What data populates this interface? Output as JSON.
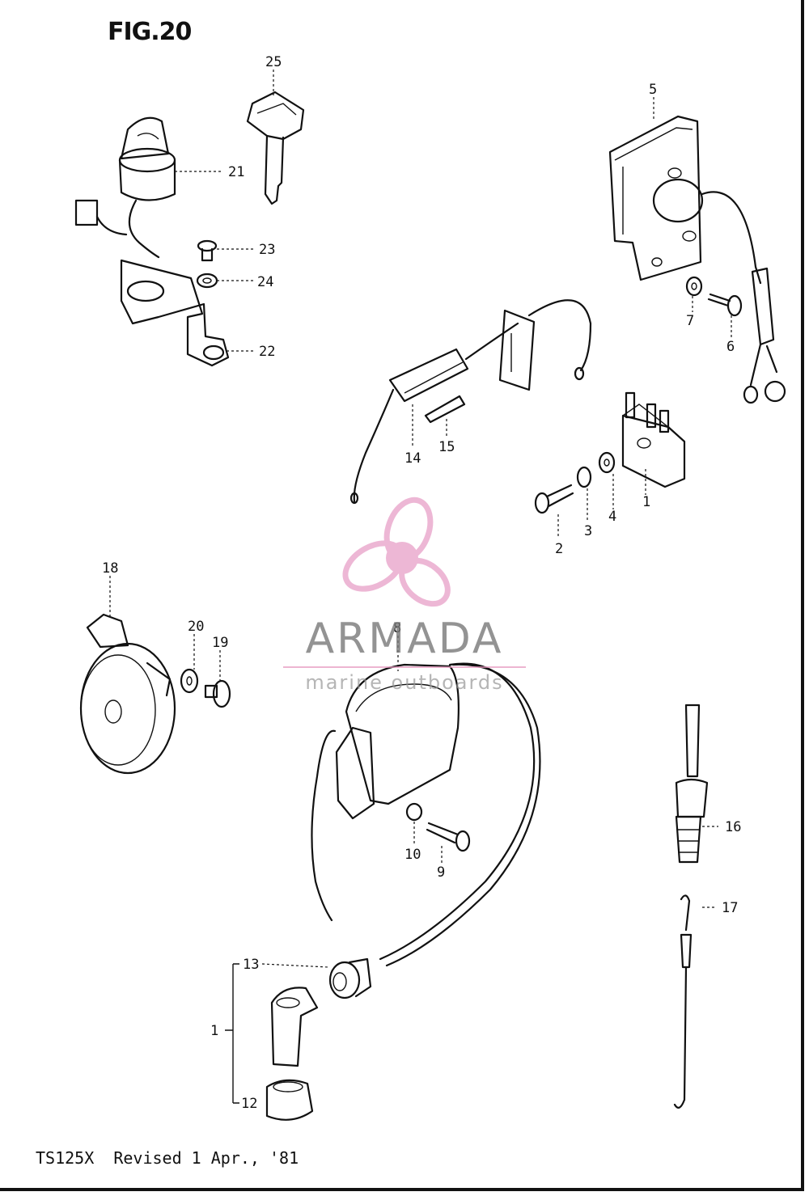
{
  "figure": {
    "title": "FIG.20"
  },
  "footer": {
    "text": "TS125X  Revised 1 Apr., '81"
  },
  "watermark": {
    "brand": "ARMADA",
    "tagline": "marine outboards",
    "accent_color": "#e8a0c8"
  },
  "callouts": [
    {
      "id": "25",
      "label": "25"
    },
    {
      "id": "21",
      "label": "21"
    },
    {
      "id": "23",
      "label": "23"
    },
    {
      "id": "24",
      "label": "24"
    },
    {
      "id": "22",
      "label": "22"
    },
    {
      "id": "5",
      "label": "5"
    },
    {
      "id": "7",
      "label": "7"
    },
    {
      "id": "6",
      "label": "6"
    },
    {
      "id": "14",
      "label": "14"
    },
    {
      "id": "15",
      "label": "15"
    },
    {
      "id": "1a",
      "label": "1"
    },
    {
      "id": "2",
      "label": "2"
    },
    {
      "id": "3",
      "label": "3"
    },
    {
      "id": "4",
      "label": "4"
    },
    {
      "id": "18",
      "label": "18"
    },
    {
      "id": "20",
      "label": "20"
    },
    {
      "id": "19",
      "label": "19"
    },
    {
      "id": "8",
      "label": "8"
    },
    {
      "id": "10",
      "label": "10"
    },
    {
      "id": "9",
      "label": "9"
    },
    {
      "id": "16",
      "label": "16"
    },
    {
      "id": "17",
      "label": "17"
    },
    {
      "id": "13",
      "label": "13"
    },
    {
      "id": "1b",
      "label": "1"
    },
    {
      "id": "12",
      "label": "12"
    }
  ]
}
